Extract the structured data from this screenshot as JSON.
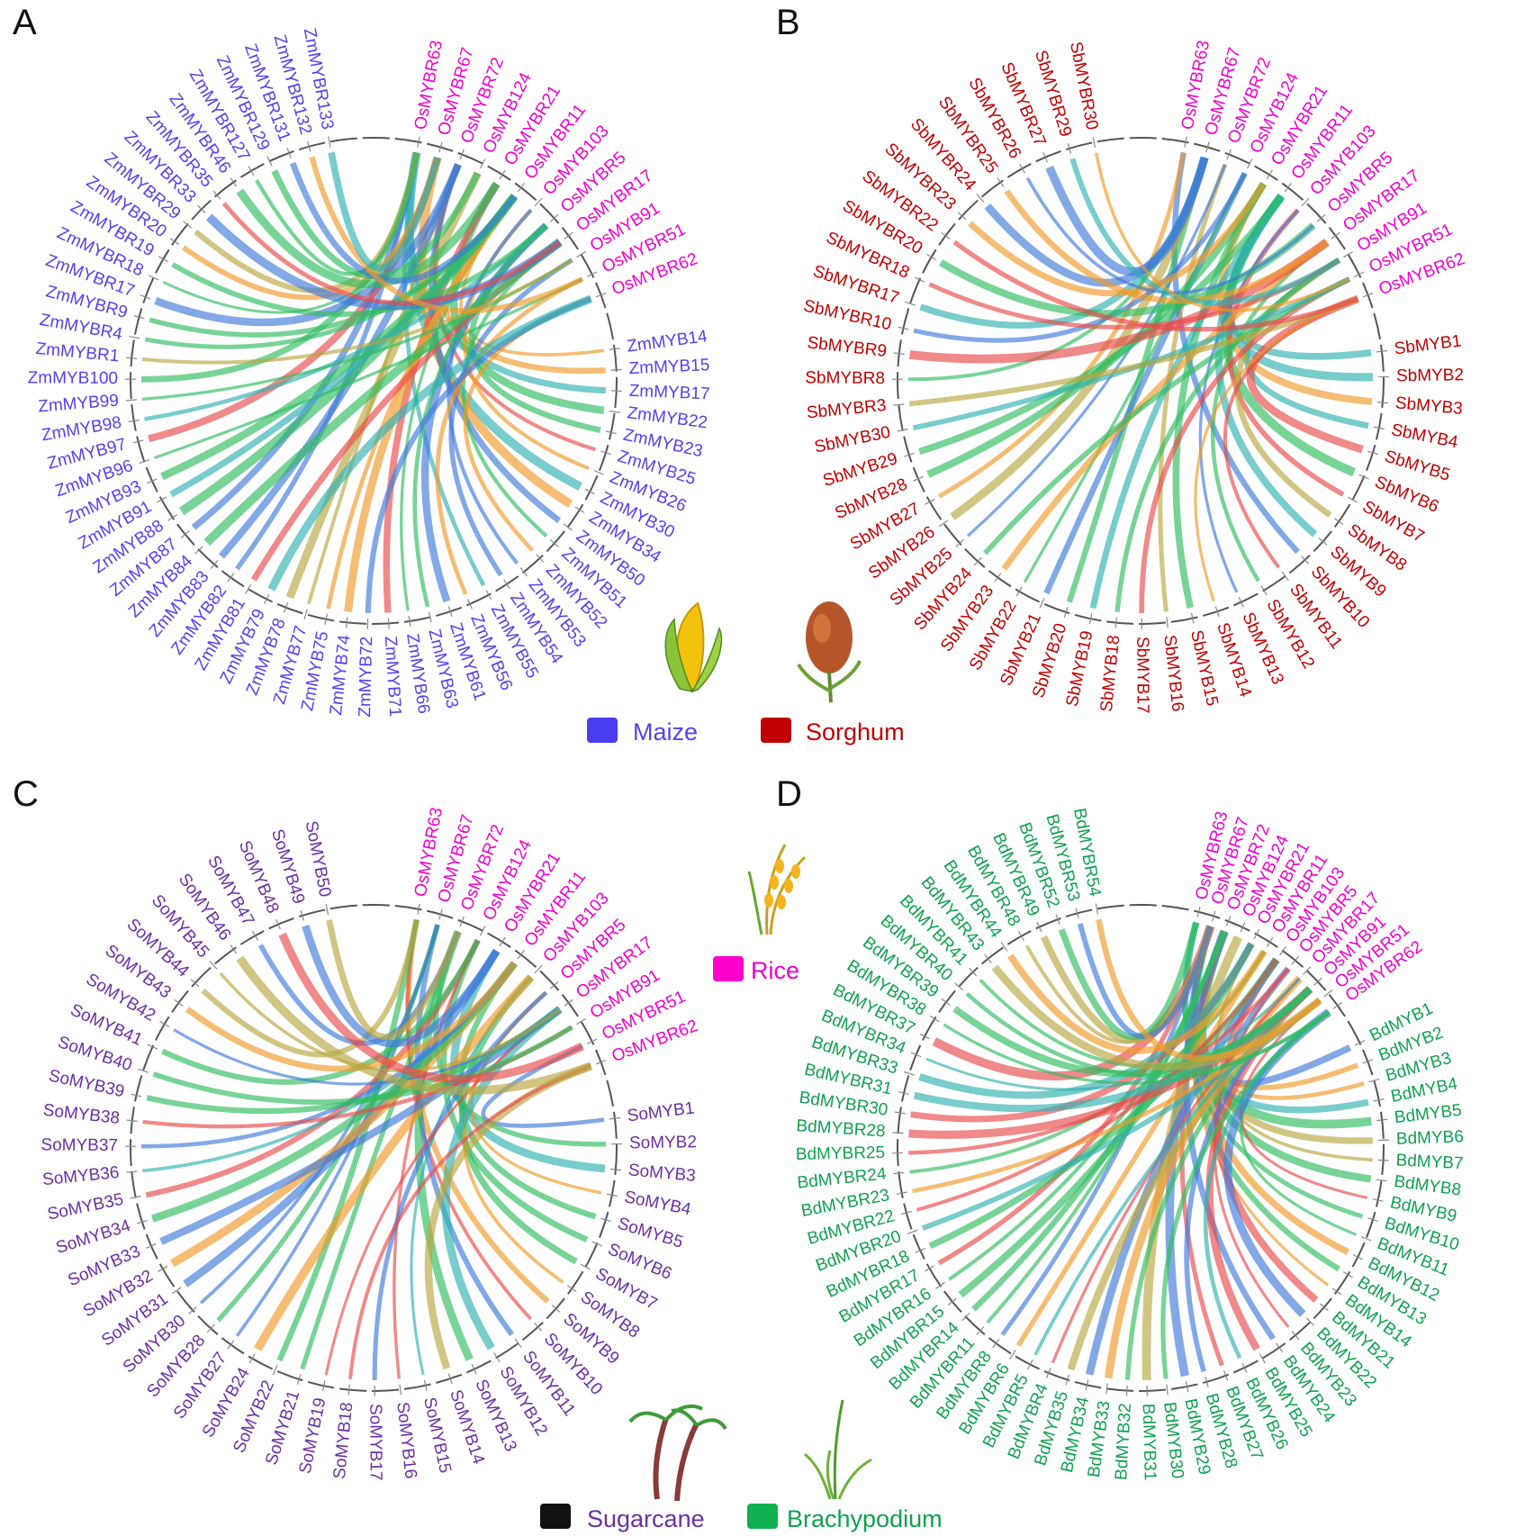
{
  "colors": {
    "rice": "#ee00cc",
    "maize": "#5540ee",
    "sorghum": "#c00000",
    "sugarcane": "#6a2fa3",
    "brachypodium": "#10a050",
    "link_palette": [
      "#2fbb5f",
      "#2fbb5f",
      "#3f7ad8",
      "#f09a2a",
      "#e84a4a",
      "#b8a640",
      "#30b0b0"
    ],
    "ring": "#555555"
  },
  "legend": {
    "maize": {
      "label": "Maize",
      "swatch": "#4a3cf0"
    },
    "sorghum": {
      "label": "Sorghum",
      "swatch": "#c00000"
    },
    "rice": {
      "label": "Rice",
      "swatch": "#ff00cc"
    },
    "sugarcane": {
      "label": "Sugarcane",
      "swatch": "#111111"
    },
    "brachypodium": {
      "label": "Brachypodium",
      "swatch": "#10b050"
    }
  },
  "icons": [
    "maize-icon",
    "sorghum-icon",
    "rice-icon",
    "sugarcane-icon",
    "brachypodium-icon"
  ],
  "panels": [
    {
      "letter": "A",
      "species": "maize",
      "rice_genes": [
        "OsMYBR63",
        "OsMYBR67",
        "OsMYBR72",
        "OsMYB124",
        "OsMYBR21",
        "OsMYBR11",
        "OsMYB103",
        "OsMYBR5",
        "OsMYBR17",
        "OsMYB91",
        "OsMYBR51",
        "OsMYBR62"
      ],
      "other_genes": [
        "ZmMYB14",
        "ZmMYB15",
        "ZmMYB17",
        "ZmMYB22",
        "ZmMYB23",
        "ZmMYB25",
        "ZmMYB26",
        "ZmMYB30",
        "ZmMYB34",
        "ZmMYB50",
        "ZmMYB51",
        "ZmMYB52",
        "ZmMYB53",
        "ZmMYB54",
        "ZmMYB55",
        "ZmMYB56",
        "ZmMYB61",
        "ZmMYB63",
        "ZmMYB66",
        "ZmMYB71",
        "ZmMYB72",
        "ZmMYB74",
        "ZmMYB75",
        "ZmMYB77",
        "ZmMYB78",
        "ZmMYB79",
        "ZmMYB81",
        "ZmMYB82",
        "ZmMYB83",
        "ZmMYB84",
        "ZmMYB87",
        "ZmMYB88",
        "ZmMYB91",
        "ZmMYB93",
        "ZmMYB96",
        "ZmMYB97",
        "ZmMYB98",
        "ZmMYB99",
        "ZmMYB100",
        "ZmMYBR1",
        "ZmMYBR4",
        "ZmMYBR9",
        "ZmMYBR17",
        "ZmMYBR18",
        "ZmMYBR19",
        "ZmMYBR20",
        "ZmMYBR29",
        "ZmMYBR33",
        "ZmMYBR35",
        "ZmMYBR46",
        "ZmMYBR127",
        "ZmMYBR129",
        "ZmMYBR131",
        "ZmMYBR132",
        "ZmMYBR133"
      ]
    },
    {
      "letter": "B",
      "species": "sorghum",
      "rice_genes": [
        "OsMYBR63",
        "OsMYBR67",
        "OsMYBR72",
        "OsMYB124",
        "OsMYBR21",
        "OsMYBR11",
        "OsMYB103",
        "OsMYBR5",
        "OsMYBR17",
        "OsMYB91",
        "OsMYBR51",
        "OsMYBR62"
      ],
      "other_genes": [
        "SbMYB1",
        "SbMYB2",
        "SbMYB3",
        "SbMYB4",
        "SbMYB5",
        "SbMYB6",
        "SbMYB7",
        "SbMYB8",
        "SbMYB9",
        "SbMYB10",
        "SbMYB11",
        "SbMYB12",
        "SbMYB13",
        "SbMYB14",
        "SbMYB15",
        "SbMYB16",
        "SbMYB17",
        "SbMYB18",
        "SbMYB19",
        "SbMYB20",
        "SbMYB21",
        "SbMYB22",
        "SbMYB23",
        "SbMYB24",
        "SbMYB25",
        "SbMYB26",
        "SbMYB27",
        "SbMYB28",
        "SbMYB29",
        "SbMYB30",
        "SbMYBR3",
        "SbMYBR8",
        "SbMYBR9",
        "SbMYBR10",
        "SbMYBR17",
        "SbMYBR18",
        "SbMYBR20",
        "SbMYBR22",
        "SbMYBR23",
        "SbMYBR24",
        "SbMYBR25",
        "SbMYBR26",
        "SbMYBR27",
        "SbMYBR29",
        "SbMYBR30"
      ]
    },
    {
      "letter": "C",
      "species": "sugarcane",
      "rice_genes": [
        "OsMYBR63",
        "OsMYBR67",
        "OsMYBR72",
        "OsMYB124",
        "OsMYBR21",
        "OsMYBR11",
        "OsMYB103",
        "OsMYBR5",
        "OsMYBR17",
        "OsMYB91",
        "OsMYBR51",
        "OsMYBR62"
      ],
      "other_genes": [
        "SoMYB1",
        "SoMYB2",
        "SoMYB3",
        "SoMYB4",
        "SoMYB5",
        "SoMYB6",
        "SoMYB7",
        "SoMYB8",
        "SoMYB9",
        "SoMYB10",
        "SoMYB11",
        "SoMYB12",
        "SoMYB13",
        "SoMYB14",
        "SoMYB15",
        "SoMYB16",
        "SoMYB17",
        "SoMYB18",
        "SoMYB19",
        "SoMYB21",
        "SoMYB22",
        "SoMYB24",
        "SoMYB27",
        "SoMYB28",
        "SoMYB30",
        "SoMYB31",
        "SoMYB32",
        "SoMYB33",
        "SoMYB34",
        "SoMYB35",
        "SoMYB36",
        "SoMYB37",
        "SoMYB38",
        "SoMYB39",
        "SoMYB40",
        "SoMYB41",
        "SoMYB42",
        "SoMYB43",
        "SoMYB44",
        "SoMYB45",
        "SoMYB46",
        "SoMYB47",
        "SoMYB48",
        "SoMYB49",
        "SoMYB50"
      ]
    },
    {
      "letter": "D",
      "species": "brachypodium",
      "rice_genes": [
        "OsMYBR63",
        "OsMYBR67",
        "OsMYBR72",
        "OsMYB124",
        "OsMYBR21",
        "OsMYBR11",
        "OsMYB103",
        "OsMYBR5",
        "OsMYBR17",
        "OsMYB91",
        "OsMYBR51",
        "OsMYBR62"
      ],
      "other_genes": [
        "BdMYB1",
        "BdMYB2",
        "BdMYB3",
        "BdMYB4",
        "BdMYB5",
        "BdMYB6",
        "BdMYB7",
        "BdMYB8",
        "BdMYB9",
        "BdMYB10",
        "BdMYB11",
        "BdMYB12",
        "BdMYB13",
        "BdMYB14",
        "BdMYB21",
        "BdMYB22",
        "BdMYB23",
        "BdMYB24",
        "BdMYB25",
        "BdMYB26",
        "BdMYB27",
        "BdMYB28",
        "BdMYB29",
        "BdMYB30",
        "BdMYB31",
        "BdMYB32",
        "BdMYB33",
        "BdMYB34",
        "BdMYB35",
        "BdMYBR4",
        "BdMYBR5",
        "BdMYBR6",
        "BdMYBR8",
        "BdMYBR11",
        "BdMYBR14",
        "BdMYBR15",
        "BdMYBR16",
        "BdMYBR17",
        "BdMYBR18",
        "BdMYBR20",
        "BdMYBR22",
        "BdMYBR23",
        "BdMYBR24",
        "BdMYBR25",
        "BdMYBR28",
        "BdMYBR30",
        "BdMYBR31",
        "BdMYBR33",
        "BdMYBR34",
        "BdMYBR37",
        "BdMYBR38",
        "BdMYBR39",
        "BdMYBR40",
        "BdMYBR41",
        "BdMYBR43",
        "BdMYBR44",
        "BdMYBR48",
        "BdMYBR49",
        "BdMYBR52",
        "BdMYBR53",
        "BdMYBR54"
      ]
    }
  ]
}
